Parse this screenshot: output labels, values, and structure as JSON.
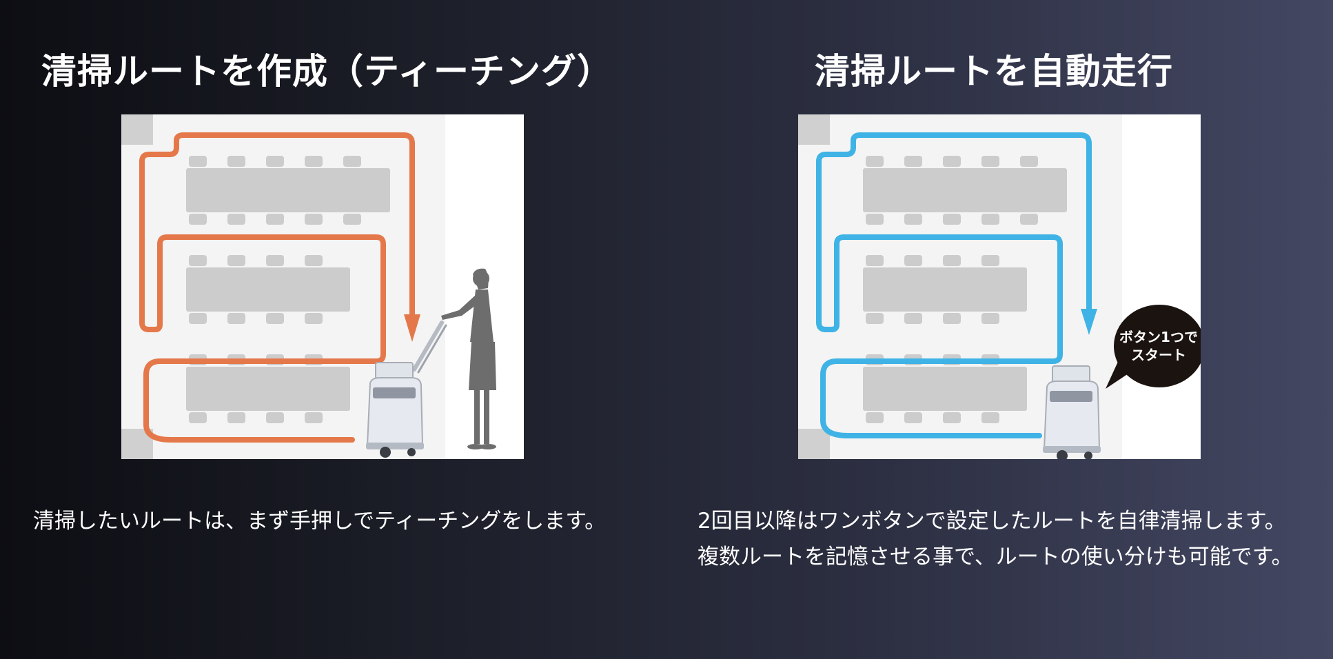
{
  "left": {
    "title": "清掃ルートを作成（ティーチング）",
    "description": "清掃したいルートは、まず手押しでティーチングをします。",
    "route_color": "#e5784a"
  },
  "right": {
    "title": "清掃ルートを自動走行",
    "description": "2回目以降はワンボタンで設定したルートを自律清掃します。複数ルートを記憶させる事で、ルートの使い分けも可能です。",
    "route_color": "#3fb3e5",
    "bubble_line1": "ボタン1つで",
    "bubble_line2": "スタート"
  },
  "colors": {
    "floor": "#f4f4f4",
    "tables": "#cccccc",
    "robot_body": "#dfe3ea",
    "silhouette": "#6d6d6d",
    "bubble": "#1b1310"
  },
  "icons": [
    "floor-plan-diagram",
    "cleaning-robot-icon",
    "person-silhouette-icon",
    "speech-bubble-icon"
  ]
}
